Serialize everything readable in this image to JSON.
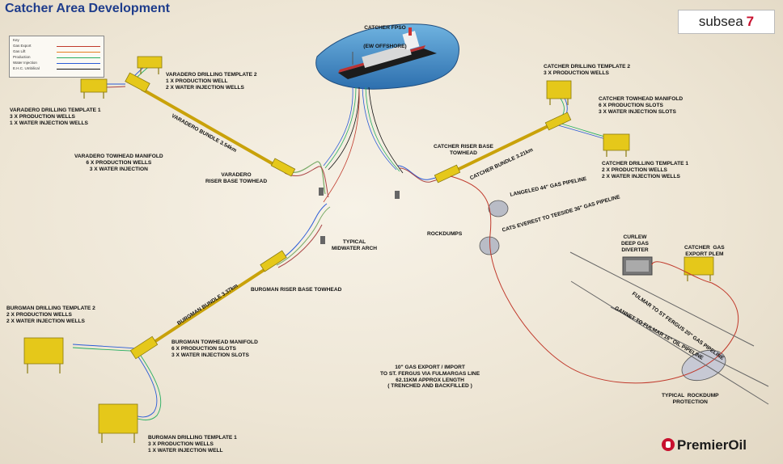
{
  "title": "Catcher Area Development",
  "logos": {
    "subsea_name": "subsea",
    "subsea_num": "7",
    "premier": "PremierOil"
  },
  "legend": {
    "heading": "Key",
    "items": [
      {
        "label": "Gas Export",
        "color": "#c0392b"
      },
      {
        "label": "Gas Lift",
        "color": "#e67e22"
      },
      {
        "label": "Production",
        "color": "#27ae60"
      },
      {
        "label": "Water Injection",
        "color": "#2a5bd7"
      },
      {
        "label": "E.H.C. Umbilical",
        "color": "#111111"
      }
    ]
  },
  "fpso": {
    "line1": "CATCHER FPSO",
    "line2": "(EW OFFSHORE)"
  },
  "labels": {
    "varadero_t2": "VARADERO DRILLING TEMPLATE 2\n1 X PRODUCTION WELL\n2 X WATER INJECTION WELLS",
    "varadero_t1": "VARADERO DRILLING TEMPLATE 1\n3 X PRODUCTION WELLS\n1 X WATER INJECTION WELLS",
    "varadero_manifold": "VARADERO TOWHEAD MANIFOLD\n6 X PRODUCTION WELLS\n3 X WATER INJECTION",
    "varadero_bundle": "VARADERO  BUNDLE  3.54km",
    "varadero_riser": "VARADERO\nRISER BASE TOWHEAD",
    "typical_arch": "TYPICAL\nMIDWATER ARCH",
    "burgman_riser": "BURGMAN RISER BASE TOWHEAD",
    "burgman_bundle": "BURGMAN  BUNDLE  3.37km",
    "burgman_t2": "BURGMAN DRILLING TEMPLATE 2\n2 X PRODUCTION WELLS\n2 X WATER INJECTION WELLS",
    "burgman_manifold": "BURGMAN TOWHEAD MANIFOLD\n6 X PRODUCTION SLOTS\n3 X WATER INJECTION SLOTS",
    "burgman_t1": "BURGMAN DRILLING TEMPLATE 1\n3 X PRODUCTION WELLS\n1 X WATER INJECTION WELL",
    "catcher_t2": "CATCHER DRILLING TEMPLATE 2\n3 X PRODUCTION WELLS",
    "catcher_manifold": "CATCHER TOWHEAD MANIFOLD\n6 X PRODUCTION SLOTS\n3 X WATER INJECTION SLOTS",
    "catcher_riser": "CATCHER RISER BASE\nTOWHEAD",
    "catcher_bundle": "CATCHER  BUNDLE  3.21km",
    "catcher_t1": "CATCHER DRILLING TEMPLATE 1\n2 X PRODUCTION WELLS\n2 X WATER INJECTION WELLS",
    "langeled": "LANGELED 44\"\nGAS PIPELINE",
    "rockdumps": "ROCKDUMPS",
    "cats": "CATS EVEREST TO\nTEESIDE 36\" GAS PIPELINE",
    "curlew": "CURLEW\nDEEP GAS\nDIVERTER",
    "catcher_plem": "CATCHER  GAS\nEXPORT PLEM",
    "fulmar_st_fergus": "FULMAR TO ST FERGUS\n20\" GAS PIPELINE",
    "gannet_fulmar": "GANNET TO FULMAR\n16\" OIL PIPELINE",
    "gas_export": "10\" GAS EXPORT / IMPORT\nTO ST. FERGUS VIA FULMARGAS LINE\n62.11KM APPROX LENGTH\n( TRENCHED AND BACKFILLED )",
    "typical_rockdump": "TYPICAL  ROCKDUMP\nPROTECTION"
  }
}
